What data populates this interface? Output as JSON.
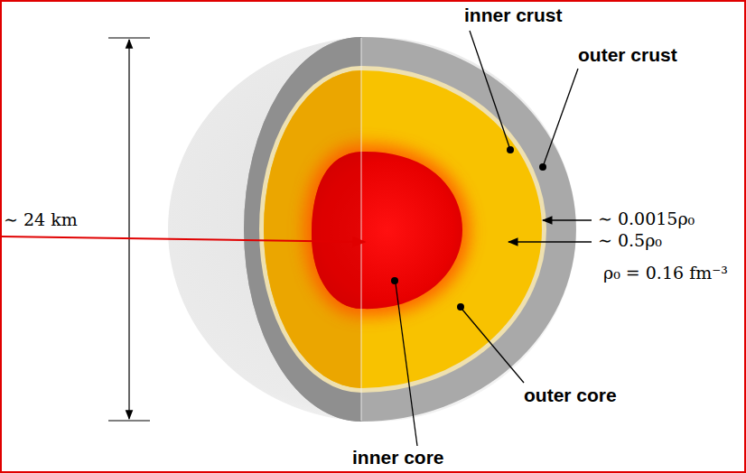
{
  "diagram": {
    "labels": [
      "inner crust",
      "outer crust",
      "∼ 0.0015ρ₀",
      "∼ 0.5ρ₀",
      "ρ₀ = 0.16 fm⁻³",
      "outer core",
      "inner core",
      "∼ 24 km"
    ]
  }
}
